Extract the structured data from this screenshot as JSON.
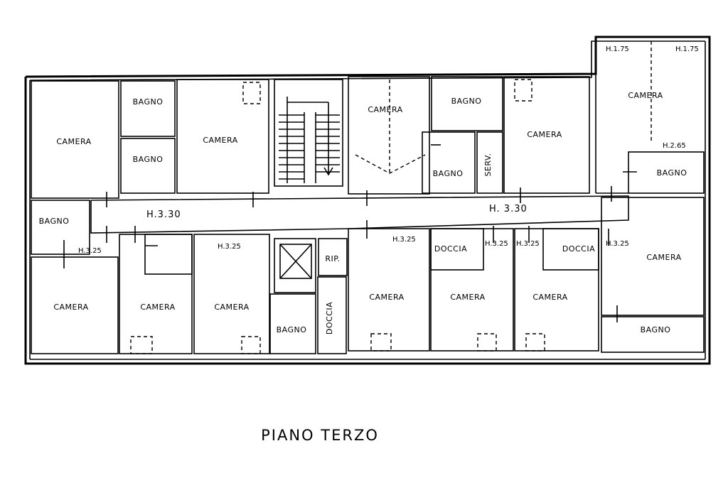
{
  "title": "PIANO TERZO",
  "labels": {
    "camera": "CAMERA",
    "bagno": "BAGNO",
    "doccia": "DOCCIA",
    "serv": "SERV.",
    "rip": "RIP.",
    "h330": "H.3.30",
    "h330b": "H. 3.30",
    "h325": "H.3.25",
    "h175": "H.1.75",
    "h265": "H.2.65"
  }
}
